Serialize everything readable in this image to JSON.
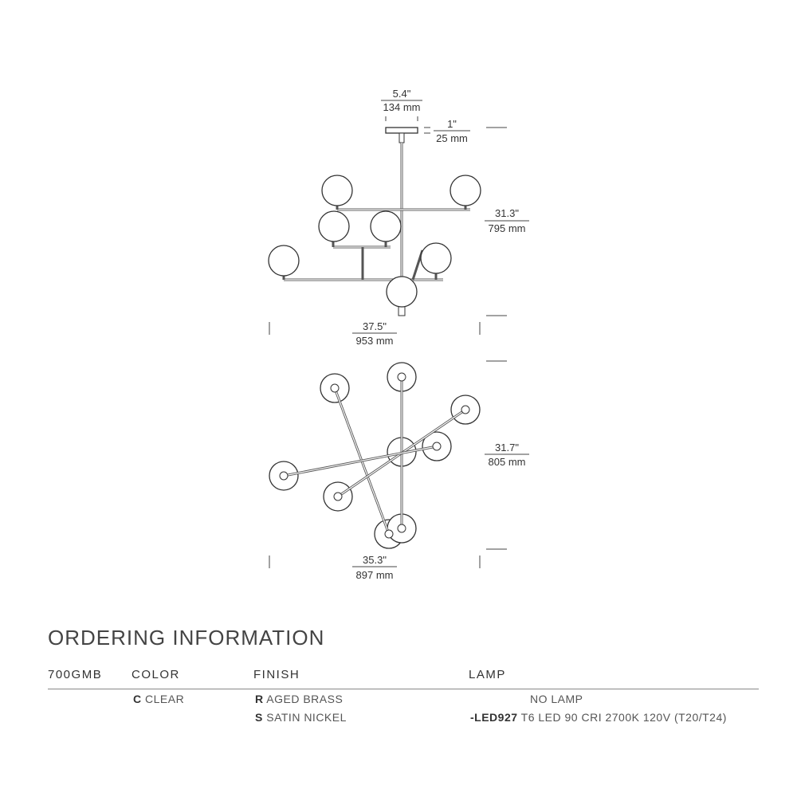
{
  "dimensions": {
    "canopy_width_in": "5.4\"",
    "canopy_width_mm": "134 mm",
    "canopy_height_in": "1\"",
    "canopy_height_mm": "25 mm",
    "side_height_in": "31.3\"",
    "side_height_mm": "795 mm",
    "side_width_in": "37.5\"",
    "side_width_mm": "953 mm",
    "top_height_in": "31.7\"",
    "top_height_mm": "805 mm",
    "top_width_in": "35.3\"",
    "top_width_mm": "897 mm"
  },
  "ordering": {
    "title": "ORDERING INFORMATION",
    "headers": {
      "model": "700GMB",
      "color": "COLOR",
      "finish": "FINISH",
      "lamp": "LAMP"
    },
    "rows": [
      {
        "color_code": "C",
        "color_name": "CLEAR",
        "finish_code": "R",
        "finish_name": "AGED BRASS",
        "lamp_code": "",
        "lamp_name": "NO LAMP"
      },
      {
        "color_code": "",
        "color_name": "",
        "finish_code": "S",
        "finish_name": "SATIN NICKEL",
        "lamp_code": "-LED927",
        "lamp_name": "T6 LED 90 CRI 2700K 120V (T20/T24)"
      }
    ]
  }
}
